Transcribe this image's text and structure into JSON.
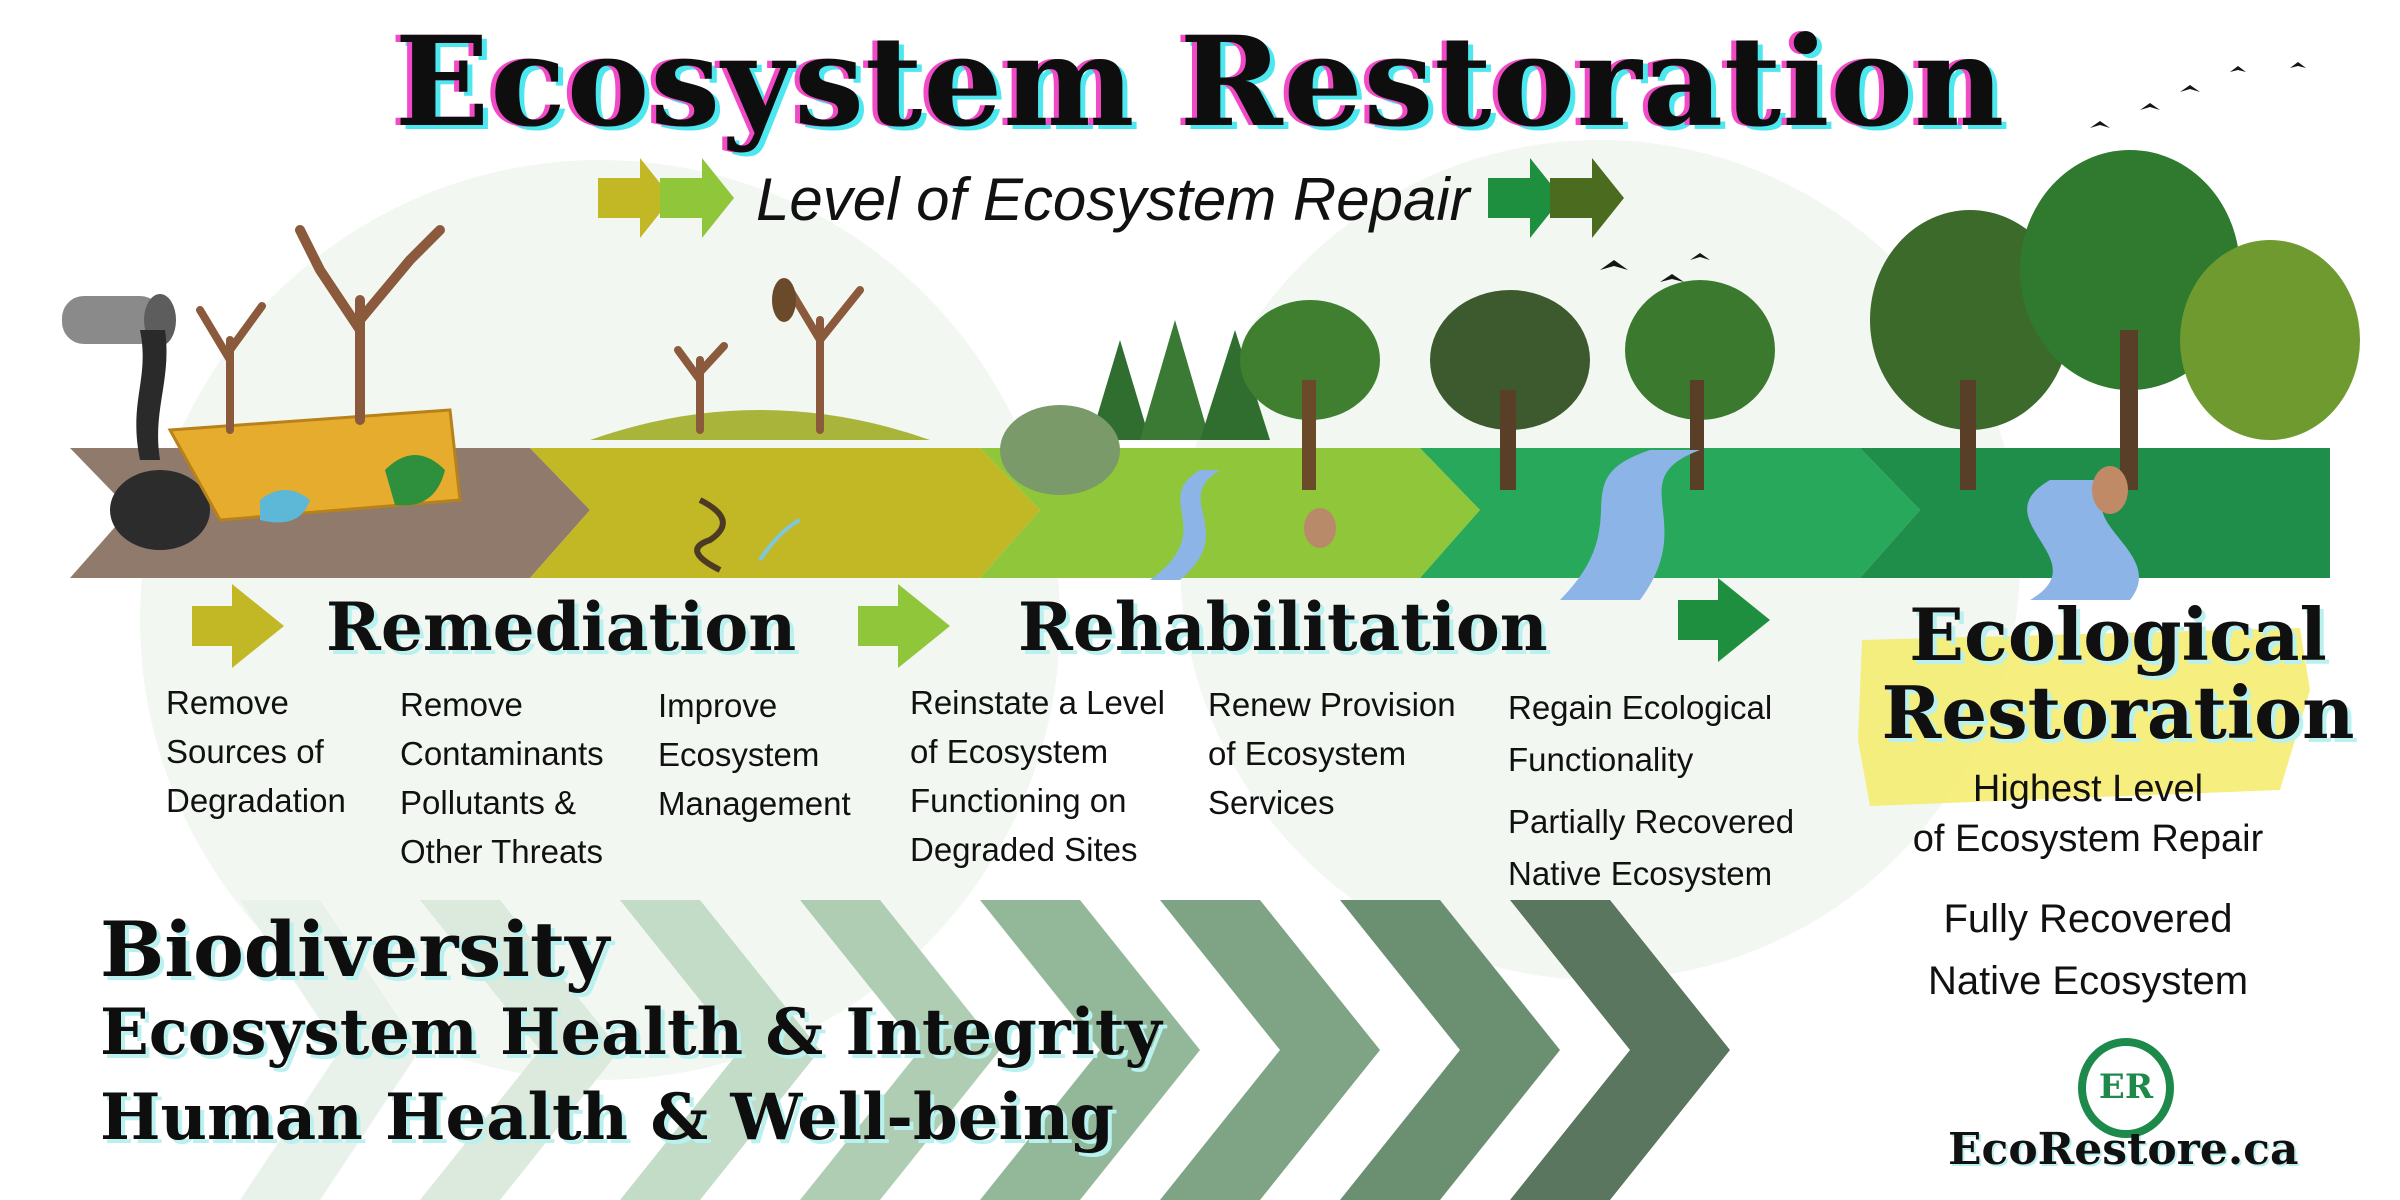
{
  "title": "Ecosystem Restoration",
  "repair_scale_label": "Level of Ecosystem Repair",
  "stages": {
    "remediation": {
      "heading": "Remediation",
      "steps": [
        [
          "Remove",
          "Sources of",
          "Degradation"
        ],
        [
          "Remove",
          "Contaminants",
          "Pollutants &",
          "Other Threats"
        ],
        [
          "Improve",
          "Ecosystem",
          "Management"
        ]
      ]
    },
    "rehabilitation": {
      "heading": "Rehabilitation",
      "steps": [
        [
          "Reinstate a Level",
          "of Ecosystem",
          "Functioning on",
          "Degraded Sites"
        ],
        [
          "Renew Provision",
          "of Ecosystem",
          "Services"
        ],
        [
          "Regain Ecological",
          "Functionality"
        ],
        [
          "Partially Recovered",
          "Native Ecosystem"
        ]
      ]
    },
    "ecological_restoration": {
      "heading_line1": "Ecological",
      "heading_line2": "Restoration",
      "subtitle_line1": "Highest Level",
      "subtitle_line2": "of Ecosystem Repair",
      "outcome_line1": "Fully Recovered",
      "outcome_line2": "Native Ecosystem"
    }
  },
  "benefits": [
    "Biodiversity",
    "Ecosystem Health & Integrity",
    "Human Health & Well-being"
  ],
  "brand": {
    "logo_text": "ER",
    "name": "EcoRestore.ca"
  },
  "colors": {
    "degraded_brown": "#8f7a6b",
    "remediation_olive": "#c2b825",
    "rehab_lime": "#8fc63a",
    "recovery_green": "#27a85a",
    "restored_green": "#1e8e4a",
    "brand_green": "#1d8a4b",
    "title_shadow_pink": "#f04ac6",
    "title_shadow_cyan": "#4de7ef"
  },
  "icons": [
    "pipe-icon",
    "dead-tree-icon",
    "tree-icon",
    "bird-icon",
    "river-icon",
    "arrow-icon",
    "chevron-icon"
  ]
}
